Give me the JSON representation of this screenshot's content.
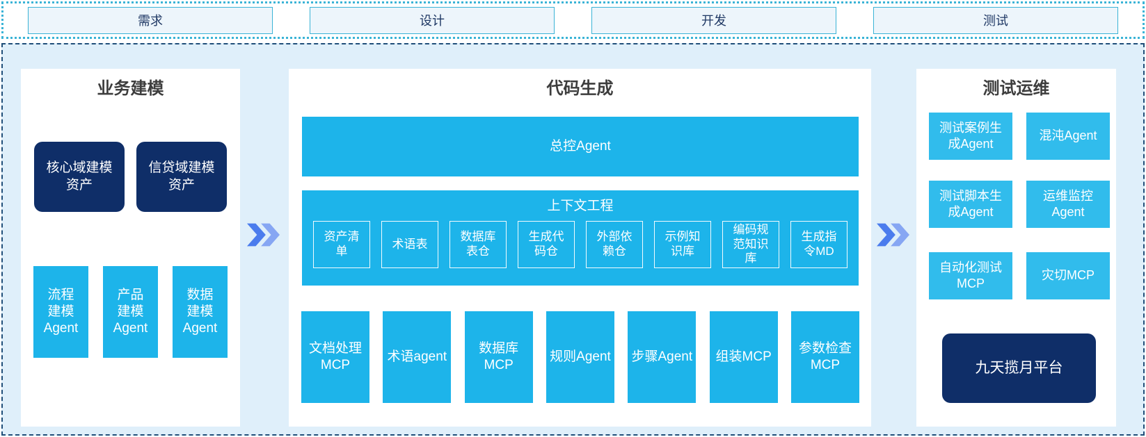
{
  "phases": [
    {
      "label": "需求"
    },
    {
      "label": "设计"
    },
    {
      "label": "开发"
    },
    {
      "label": "测试"
    }
  ],
  "columns": {
    "business": {
      "title": "业务建模",
      "assets": [
        {
          "label": "核心域建模\n资产"
        },
        {
          "label": "信贷域建模\n资产"
        }
      ],
      "agents": [
        {
          "label": "流程\n建模\nAgent"
        },
        {
          "label": "产品\n建模\nAgent"
        },
        {
          "label": "数据\n建模\nAgent"
        }
      ]
    },
    "codegen": {
      "title": "代码生成",
      "master_agent": "总控Agent",
      "context": {
        "title": "上下文工程",
        "items": [
          {
            "label": "资产清\n单"
          },
          {
            "label": "术语表"
          },
          {
            "label": "数据库\n表仓"
          },
          {
            "label": "生成代\n码仓"
          },
          {
            "label": "外部依\n赖仓"
          },
          {
            "label": "示例知\n识库"
          },
          {
            "label": "编码规\n范知识\n库"
          },
          {
            "label": "生成指\n令MD"
          }
        ]
      },
      "mcps": [
        {
          "label": "文档处理\nMCP"
        },
        {
          "label": "术语agent"
        },
        {
          "label": "数据库\nMCP"
        },
        {
          "label": "规则Agent"
        },
        {
          "label": "步骤Agent"
        },
        {
          "label": "组装MCP"
        },
        {
          "label": "参数检查\nMCP"
        }
      ]
    },
    "testops": {
      "title": "测试运维",
      "boxes": [
        {
          "label": "测试案例生\n成Agent"
        },
        {
          "label": "混沌Agent"
        },
        {
          "label": "测试脚本生\n成Agent"
        },
        {
          "label": "运维监控\nAgent"
        },
        {
          "label": "自动化测试\nMCP"
        },
        {
          "label": "灾切MCP"
        }
      ],
      "platform": "九天揽月平台"
    }
  },
  "colors": {
    "cyan": "#1db4ea",
    "cyan_light": "#31bcec",
    "navy": "#0f2e68",
    "canvas_bg": "#dfeffa",
    "band_box_bg": "#edf5fb",
    "band_border": "#3ab3d6",
    "band_text": "#1f3864",
    "main_border": "#1f4e79",
    "title_text": "#3d3d3d",
    "chevron_dark": "#4b7ced",
    "chevron_light": "#86a6f3"
  }
}
